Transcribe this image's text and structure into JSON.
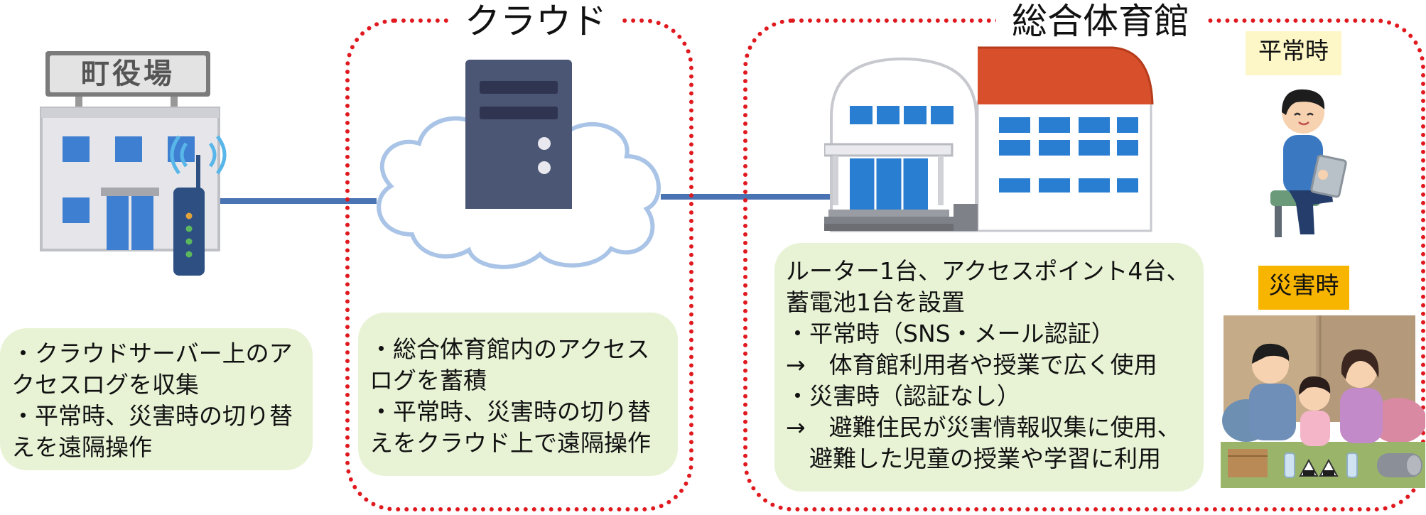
{
  "cityhall": {
    "sign": "町役場",
    "notes": [
      "・クラウドサーバー上のア",
      "クセスログを収集",
      "・平常時、災害時の切り替",
      "えを遠隔操作"
    ]
  },
  "cloud": {
    "title": "クラウド",
    "notes": [
      "・総合体育館内のアクセス",
      "ログを蓄積",
      "・平常時、災害時の切り替",
      "えをクラウド上で遠隔操作"
    ]
  },
  "gym": {
    "title": "総合体育館",
    "notes": [
      "ルーター1台、アクセスポイント4台、",
      "蓄電池1台を設置",
      "・平常時（SNS・メール認証）",
      "→　体育館利用者や授業で広く使用",
      "・災害時（認証なし）",
      "→　避難住民が災害情報収集に使用、",
      "　避難した児童の授業や学習に利用"
    ],
    "normal_label": "平常時",
    "disaster_label": "災害時"
  },
  "colors": {
    "region_border": "#e0191f",
    "note_bg": "#e8f3d6",
    "connector": "#4a73b4",
    "normal_label_bg": "#fdf6c6",
    "disaster_label_bg": "#f7b500"
  }
}
